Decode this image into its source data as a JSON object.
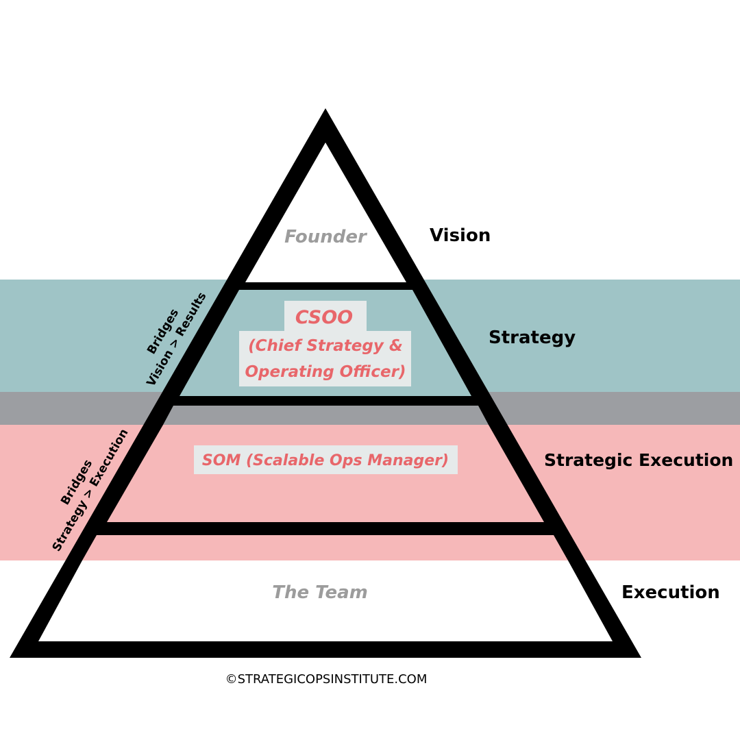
{
  "tiers": {
    "top": {
      "role": "Founder",
      "level": "Vision"
    },
    "second": {
      "role_line1": "CSOO",
      "role_line2": "(Chief Strategy &",
      "role_line3": "Operating Officer)",
      "level": "Strategy"
    },
    "third": {
      "role": "SOM (Scalable Ops Manager)",
      "level": "Strategic Execution"
    },
    "base": {
      "role": "The Team",
      "level": "Execution"
    }
  },
  "bridges": {
    "upper": {
      "line1": "Bridges",
      "line2": "Vision > Results"
    },
    "lower": {
      "line1": "Bridges",
      "line2": "Strategy > Execution"
    }
  },
  "footer": {
    "copyright": "©STRATEGICOPSINSTITUTE.COM"
  },
  "colors": {
    "strategy_band": "#9fc4c6",
    "gray_band": "#9c9ea2",
    "execution_band": "#f6b8b9",
    "outline": "#000000",
    "role_accent": "#e8666a",
    "role_muted": "#9c9c9c",
    "label_box": "#e6eaea"
  }
}
